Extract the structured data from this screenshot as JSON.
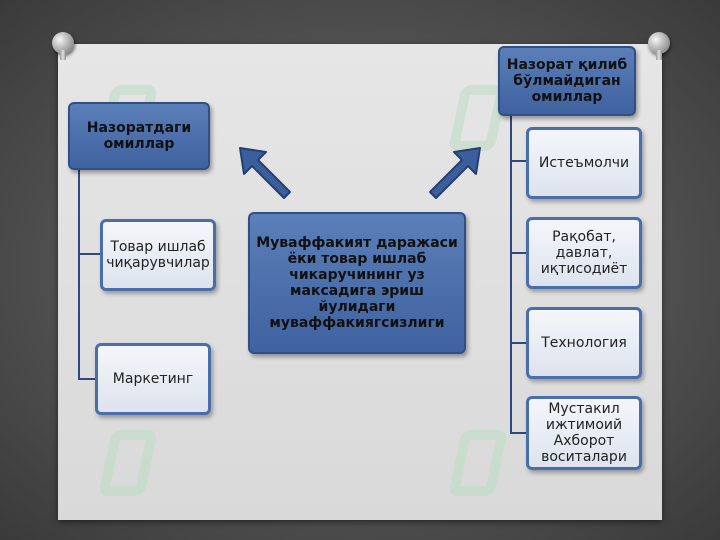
{
  "center": {
    "text": "Муваффакият даражаси ёки товар ишлаб чикаручининг уз максадига эриш йулидаги муваффакиягсизлиги"
  },
  "left": {
    "header": "Назоратдаги омиллар",
    "items": [
      "Товар ишлаб чиқарувчилар",
      "Маркетинг"
    ]
  },
  "right": {
    "header": "Назорат қилиб бўлмайдиган омиллар",
    "items": [
      "Истеъмолчи",
      "Рақобат, давлат, иқтисодиёт",
      "Технология",
      "Мустакил ижтимоий Ахборот воситалари"
    ]
  },
  "colors": {
    "header_fill": "#4a6dab",
    "item_border": "#4a6dab",
    "arrow": "#3a5f9c"
  },
  "icons": {
    "arrows": "arrow-up-left-icon, arrow-up-right-icon",
    "watermark": "soft-logo-watermark"
  }
}
